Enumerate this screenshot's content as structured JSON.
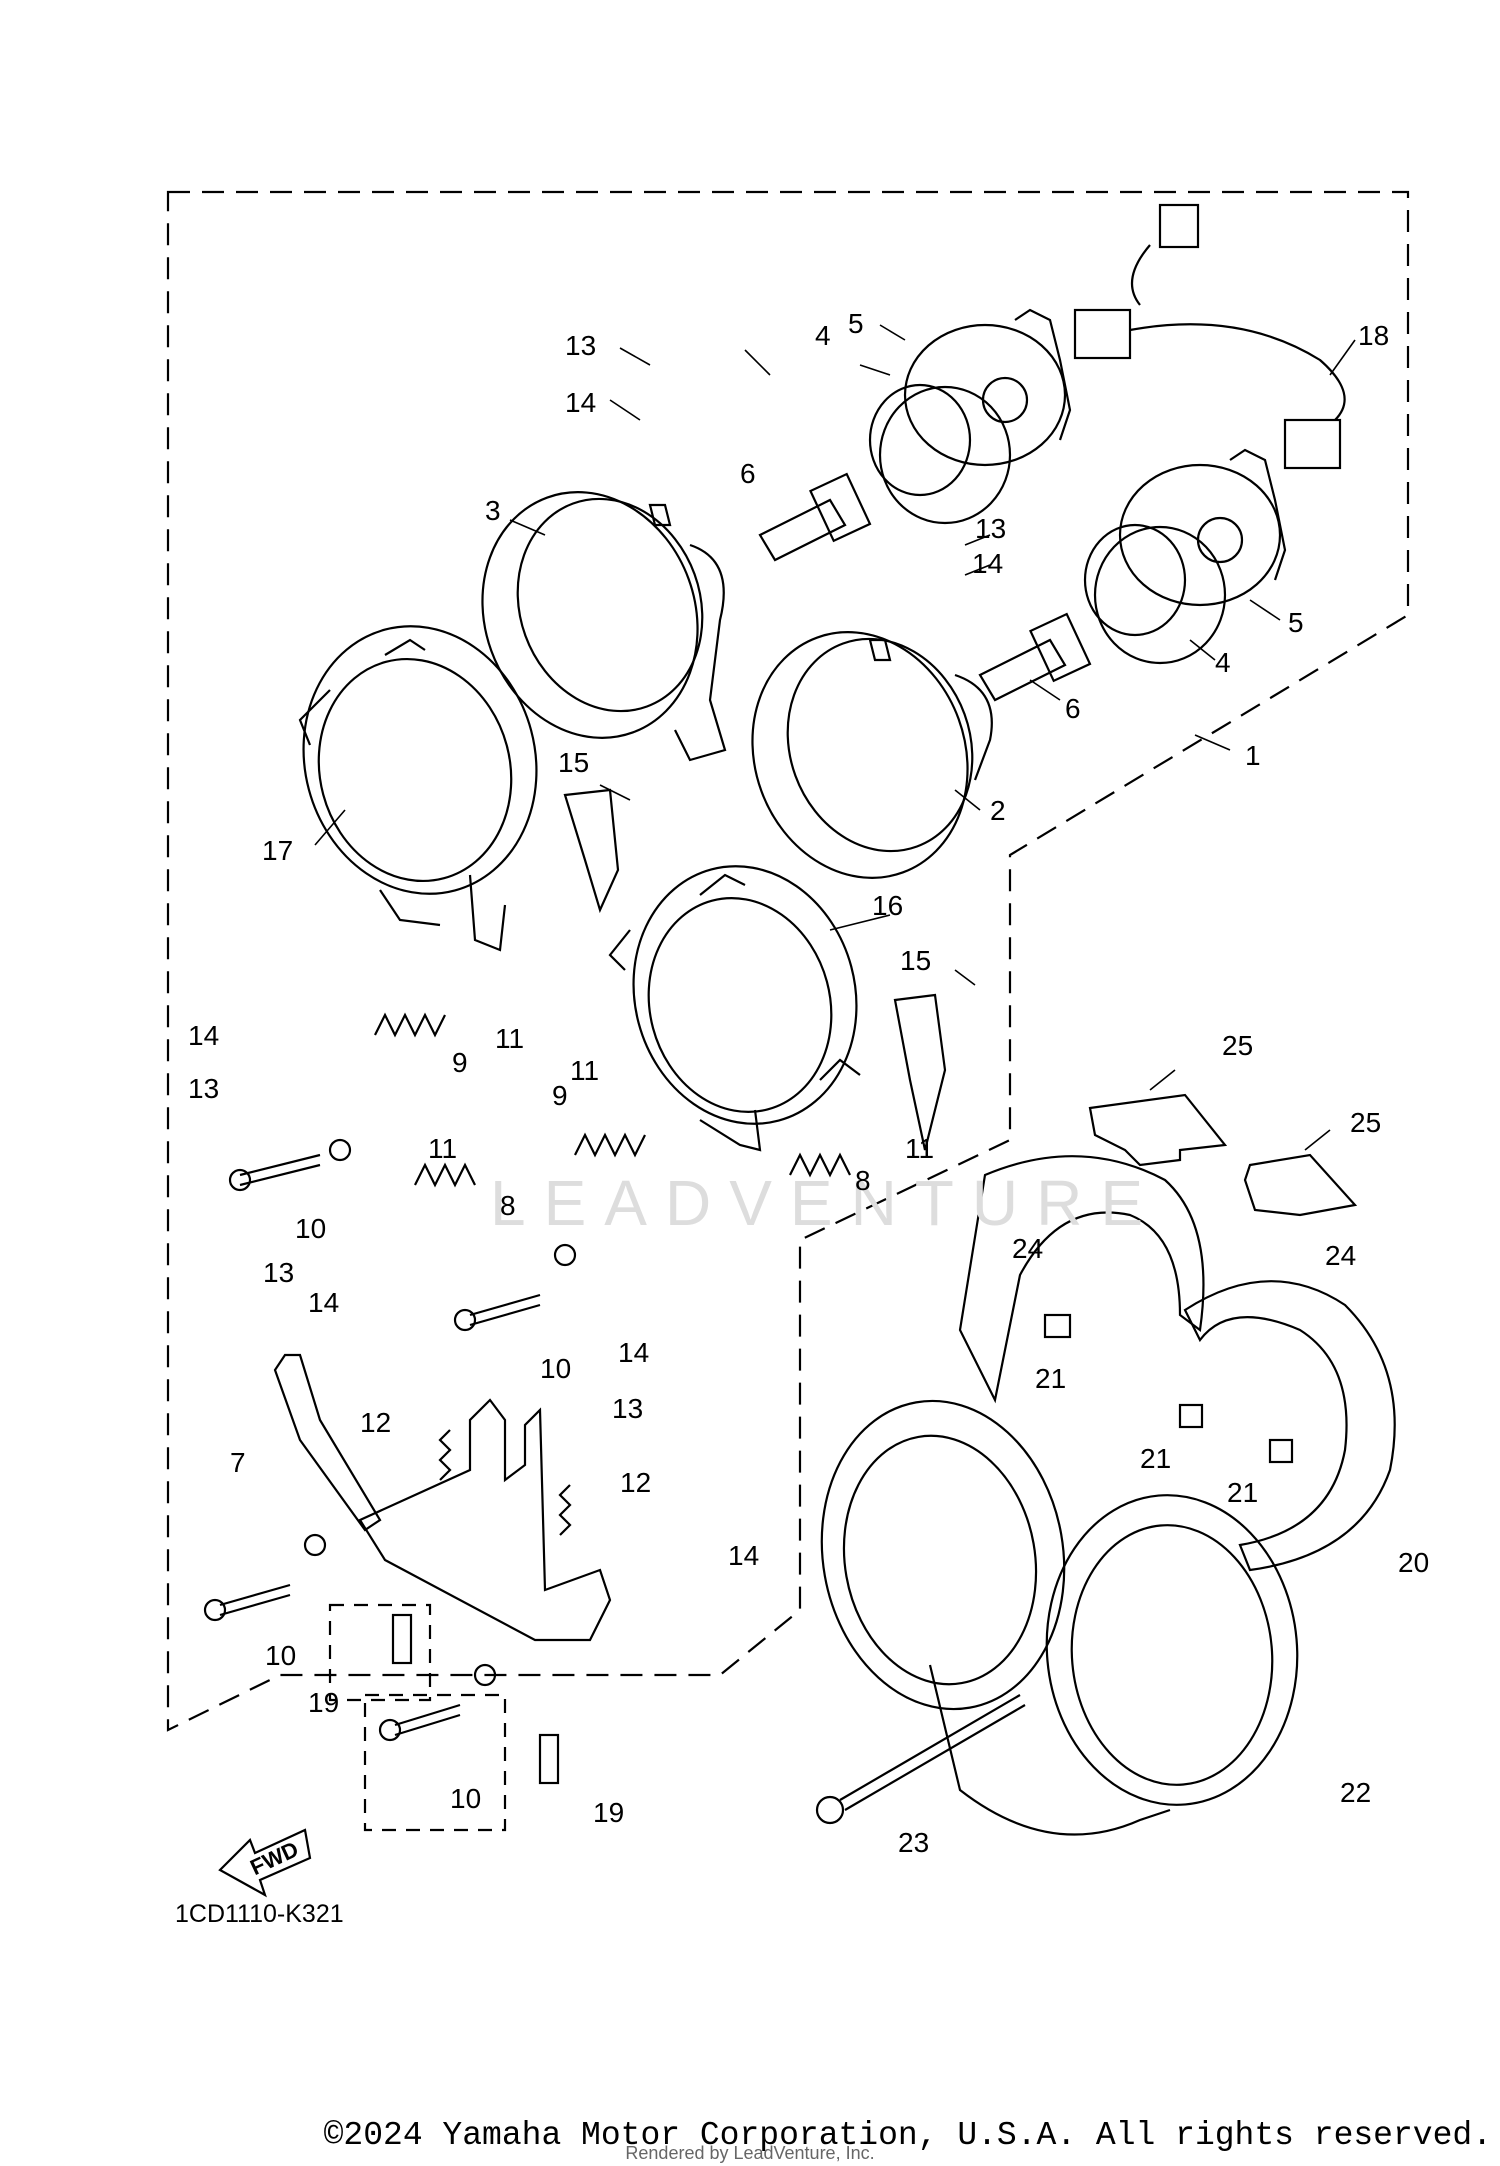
{
  "diagram": {
    "code": "1CD1110-K321",
    "fwd_label": "FWD",
    "watermark": "LEADVENTURE",
    "labels": [
      "1",
      "2",
      "3",
      "4",
      "4",
      "5",
      "5",
      "6",
      "6",
      "7",
      "8",
      "8",
      "9",
      "9",
      "10",
      "10",
      "10",
      "10",
      "11",
      "11",
      "11",
      "11",
      "12",
      "12",
      "13",
      "13",
      "13",
      "13",
      "13",
      "14",
      "14",
      "14",
      "14",
      "14",
      "14",
      "15",
      "15",
      "16",
      "17",
      "18",
      "19",
      "19",
      "20",
      "21",
      "21",
      "21",
      "22",
      "23",
      "24",
      "24",
      "25",
      "25"
    ]
  },
  "footer": {
    "copyright": "©2024 Yamaha Motor Corporation, U.S.A. All rights reserved.",
    "rendered_by": "Rendered by LeadVenture, Inc."
  }
}
